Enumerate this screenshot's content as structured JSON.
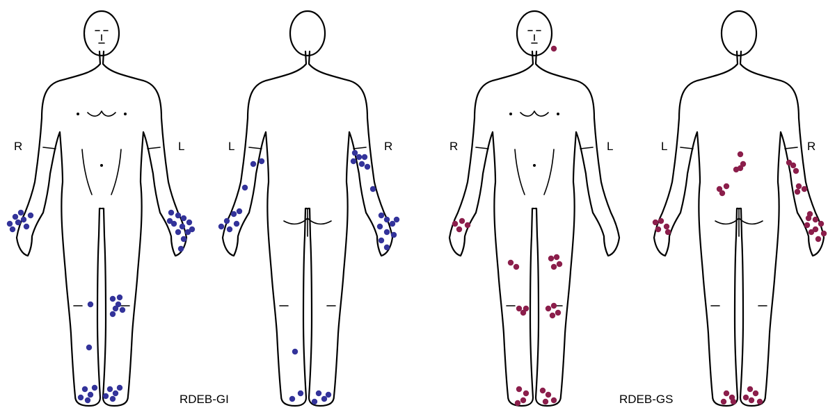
{
  "colors": {
    "rdeb_gi": "#33339a",
    "rdeb_gs": "#8b1e4b",
    "outline": "#000000"
  },
  "groups": [
    {
      "label": "RDEB-GI",
      "color_key": "rdeb_gi",
      "front_labels": [
        "R",
        "L"
      ],
      "back_labels": [
        "L",
        "R"
      ]
    },
    {
      "label": "RDEB-GS",
      "color_key": "rdeb_gs",
      "front_labels": [
        "R",
        "L"
      ],
      "back_labels": [
        "L",
        "R"
      ]
    }
  ]
}
